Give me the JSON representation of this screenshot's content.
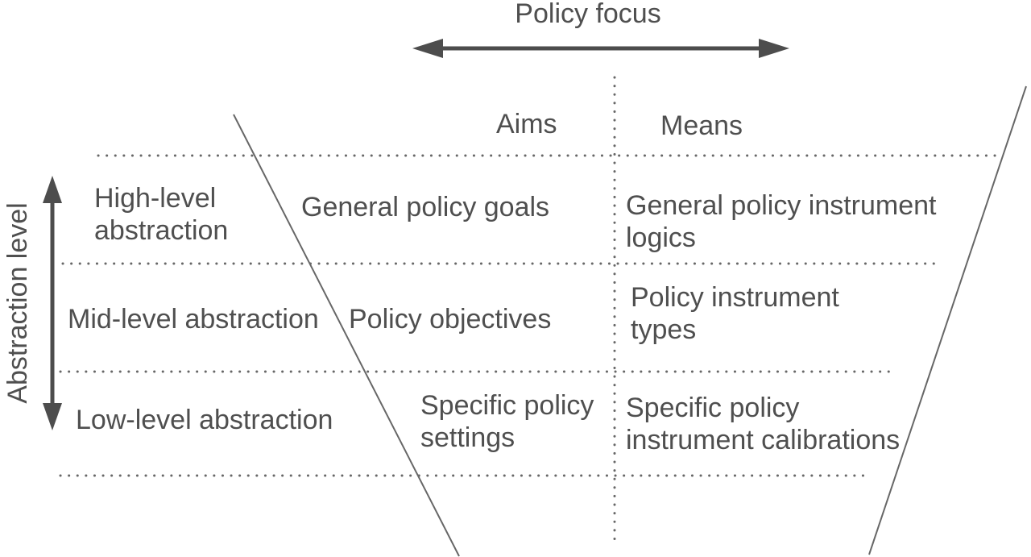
{
  "diagram": {
    "title": "Policy focus",
    "y_axis_title": "Abstraction level",
    "columns": {
      "aims": "Aims",
      "means": "Means"
    },
    "rows": [
      {
        "level": "High-level abstraction",
        "aims": "General policy goals",
        "means": "General policy instrument logics"
      },
      {
        "level": "Mid-level abstraction",
        "aims": "Policy objectives",
        "means": "Policy instrument types"
      },
      {
        "level": "Low-level abstraction",
        "aims": "Specific policy settings",
        "means": "Specific policy instrument calibrations"
      }
    ],
    "colors": {
      "text": "#4f4f4f",
      "line": "#676767",
      "arrow": "#4d4d4d",
      "background": "#ffffff"
    }
  }
}
